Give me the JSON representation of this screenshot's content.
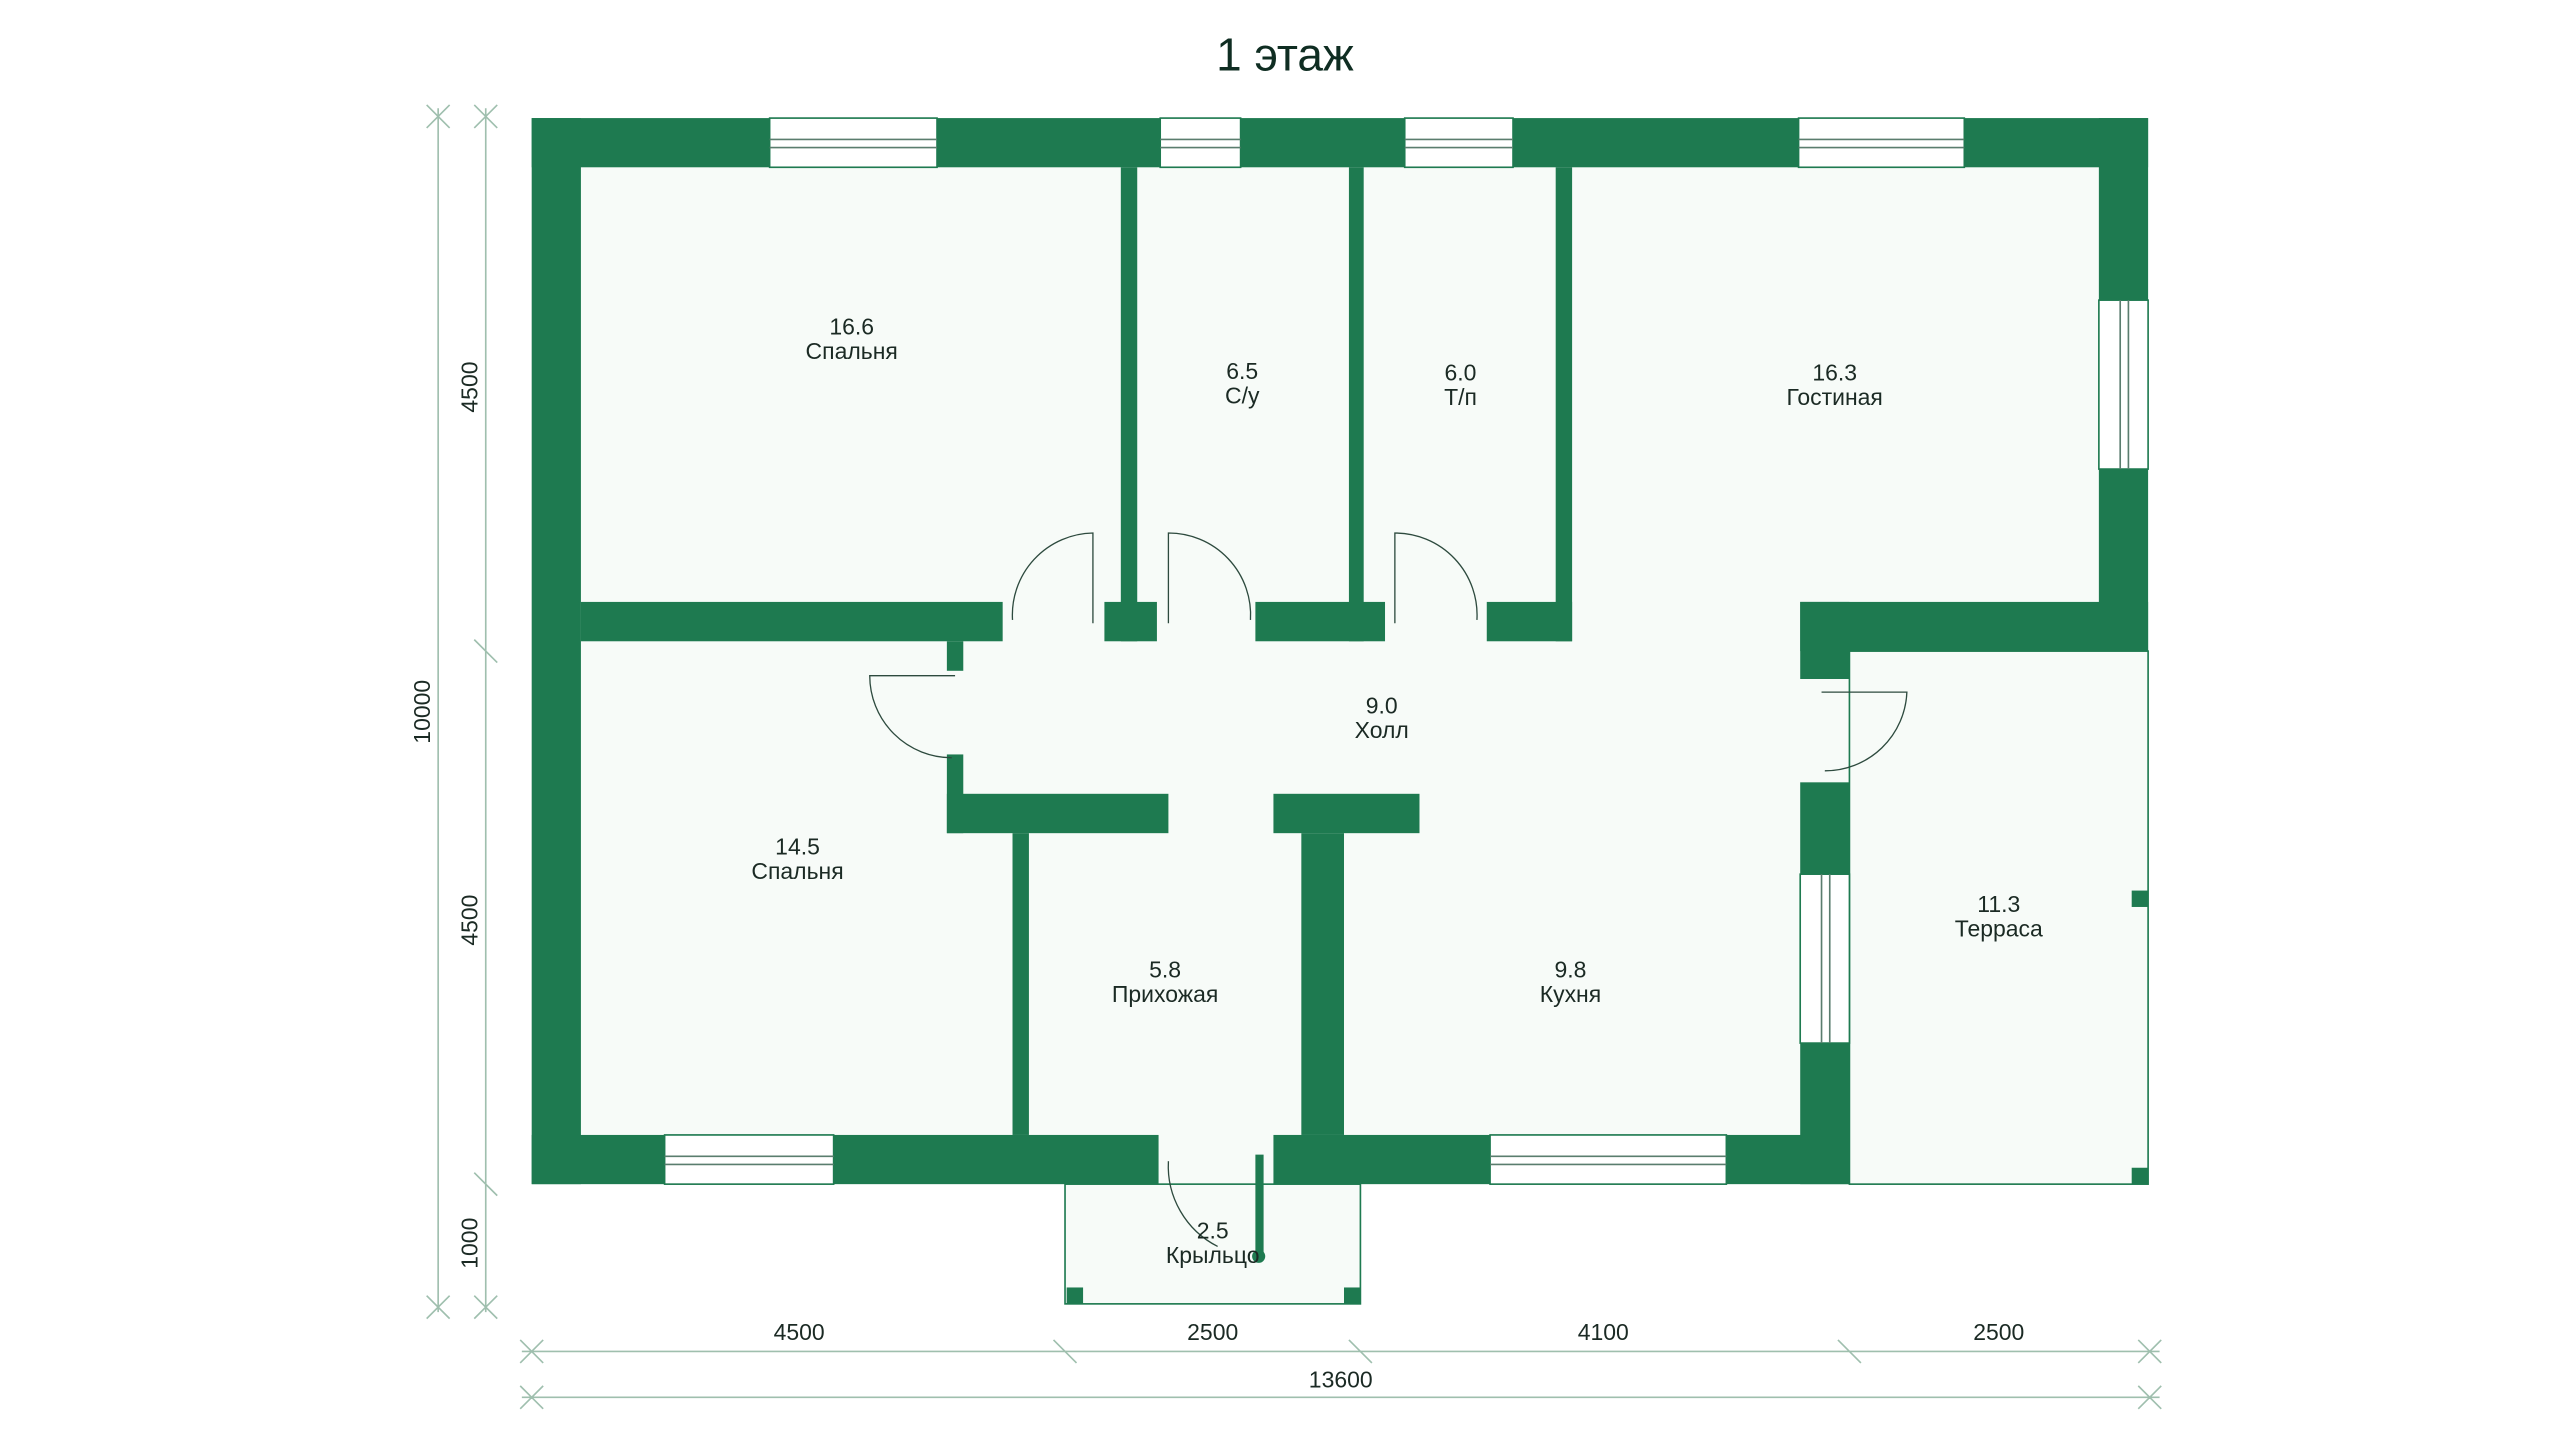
{
  "title": "1 этаж",
  "colors": {
    "wall": "#1e7a50",
    "floor": "#f7fbf8"
  },
  "rooms": [
    {
      "area": "16.6",
      "name": "Спальня"
    },
    {
      "area": "6.5",
      "name": "С/у"
    },
    {
      "area": "6.0",
      "name": "Т/п"
    },
    {
      "area": "16.3",
      "name": "Гостиная"
    },
    {
      "area": "9.0",
      "name": "Холл"
    },
    {
      "area": "14.5",
      "name": "Спальня"
    },
    {
      "area": "5.8",
      "name": "Прихожая"
    },
    {
      "area": "9.8",
      "name": "Кухня"
    },
    {
      "area": "11.3",
      "name": "Терраса"
    },
    {
      "area": "2.5",
      "name": "Крыльцо"
    }
  ],
  "dimensions": {
    "vertical_total": "10000",
    "vertical": [
      "4500",
      "4500",
      "1000"
    ],
    "horizontal": [
      "4500",
      "2500",
      "4100",
      "2500"
    ],
    "horizontal_total": "13600"
  }
}
